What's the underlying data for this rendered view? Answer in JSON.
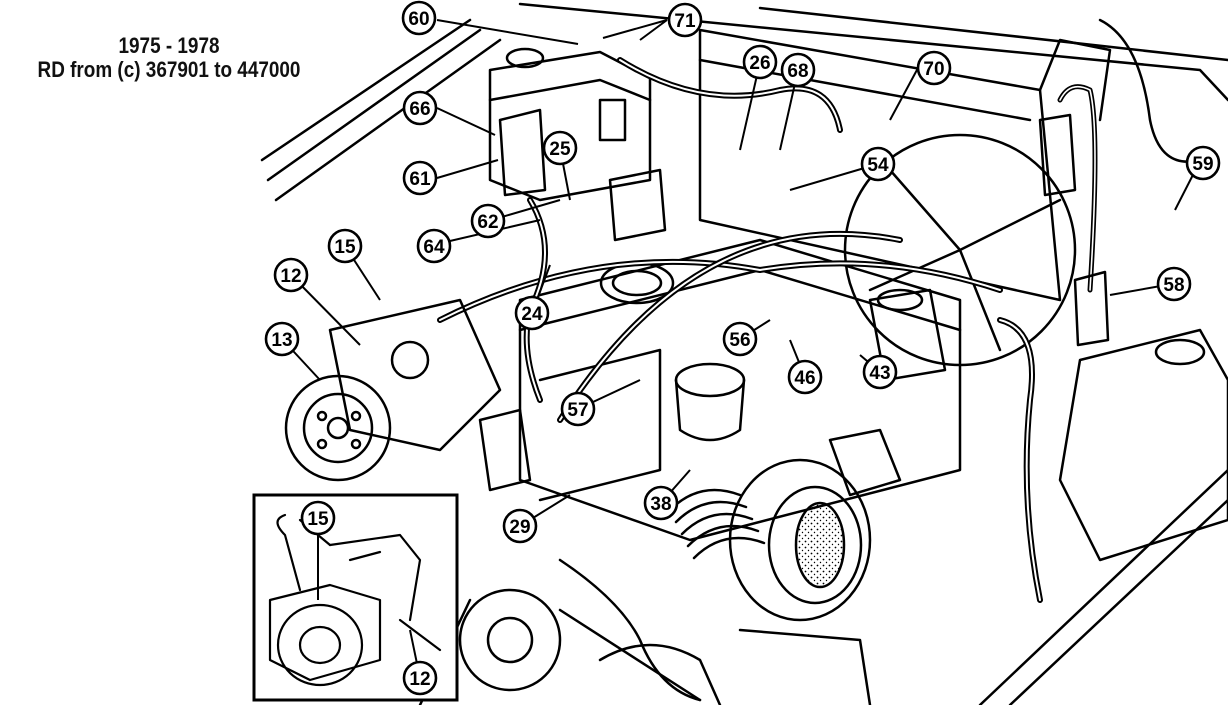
{
  "caption": {
    "line1": "1975 - 1978",
    "line2": "RD from (c) 367901 to 447000"
  },
  "callouts": [
    "60",
    "71",
    "26",
    "68",
    "70",
    "66",
    "25",
    "61",
    "62",
    "64",
    "54",
    "59",
    "15",
    "12",
    "13",
    "24",
    "58",
    "56",
    "46",
    "43",
    "57",
    "38",
    "29",
    "15",
    "12"
  ],
  "colors": {
    "ink": "#000000",
    "paper": "#ffffff"
  }
}
